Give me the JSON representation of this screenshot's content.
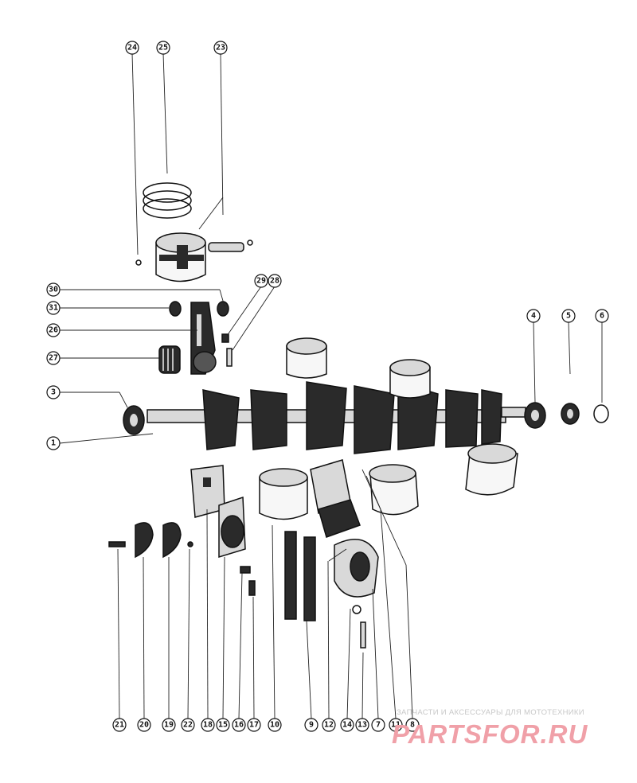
{
  "diagram": {
    "callouts": [
      {
        "id": "c24",
        "label": "24"
      },
      {
        "id": "c25",
        "label": "25"
      },
      {
        "id": "c23",
        "label": "23"
      },
      {
        "id": "c30",
        "label": "30"
      },
      {
        "id": "c31",
        "label": "31"
      },
      {
        "id": "c26",
        "label": "26"
      },
      {
        "id": "c27",
        "label": "27"
      },
      {
        "id": "c29",
        "label": "29"
      },
      {
        "id": "c28",
        "label": "28"
      },
      {
        "id": "c3",
        "label": "3"
      },
      {
        "id": "c1",
        "label": "1"
      },
      {
        "id": "c4",
        "label": "4"
      },
      {
        "id": "c5",
        "label": "5"
      },
      {
        "id": "c6",
        "label": "6"
      },
      {
        "id": "c21",
        "label": "21"
      },
      {
        "id": "c20",
        "label": "20"
      },
      {
        "id": "c19",
        "label": "19"
      },
      {
        "id": "c22",
        "label": "22"
      },
      {
        "id": "c18a",
        "label": "18"
      },
      {
        "id": "c15",
        "label": "15"
      },
      {
        "id": "c16",
        "label": "16"
      },
      {
        "id": "c17",
        "label": "17"
      },
      {
        "id": "c10",
        "label": "10"
      },
      {
        "id": "c9",
        "label": "9"
      },
      {
        "id": "c12",
        "label": "12"
      },
      {
        "id": "c14",
        "label": "14"
      },
      {
        "id": "c13",
        "label": "13"
      },
      {
        "id": "c7",
        "label": "7"
      },
      {
        "id": "c11",
        "label": "11"
      },
      {
        "id": "c8",
        "label": "8"
      }
    ]
  },
  "watermark": {
    "caption": "ЗАПЧАСТИ И АКСЕССУАРЫ ДЛЯ МОТОТЕХНИКИ",
    "logo": "PARTSFOR.RU"
  }
}
